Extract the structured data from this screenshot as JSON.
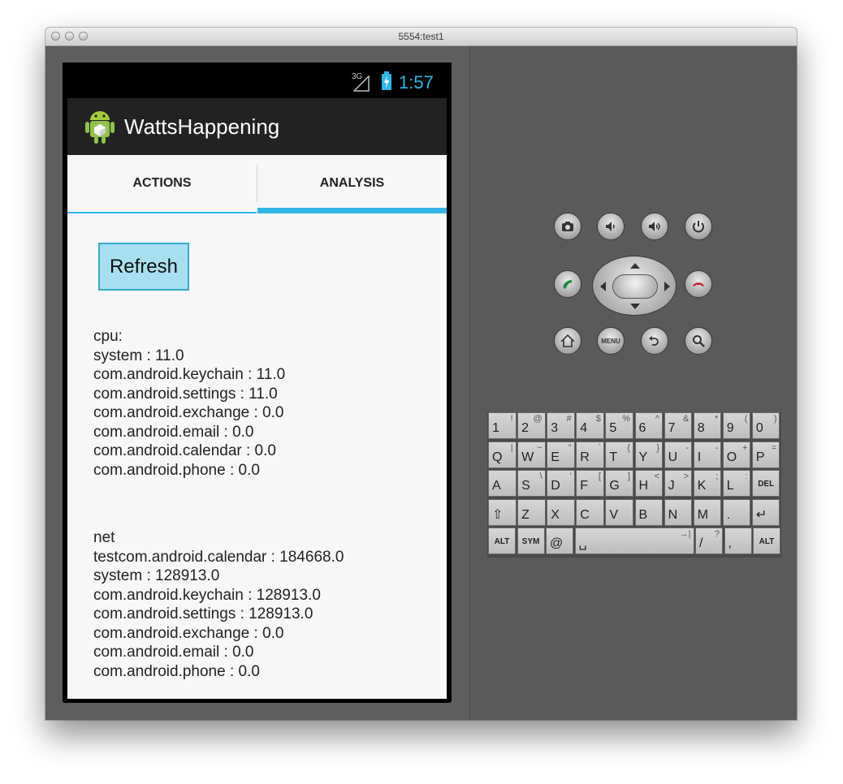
{
  "window": {
    "title": "5554:test1"
  },
  "status_bar": {
    "network": "3G",
    "time": "1:57"
  },
  "app": {
    "title": "WattsHappening"
  },
  "tabs": [
    {
      "label": "ACTIONS",
      "selected": false
    },
    {
      "label": "ANALYSIS",
      "selected": true
    }
  ],
  "refresh_button": {
    "label": "Refresh"
  },
  "cpu": {
    "header": "cpu:",
    "lines": [
      "system : 11.0",
      "com.android.keychain : 11.0",
      "com.android.settings : 11.0",
      "com.android.exchange : 0.0",
      "com.android.email : 0.0",
      "com.android.calendar : 0.0",
      "com.android.phone : 0.0"
    ]
  },
  "net": {
    "header": "net",
    "lines": [
      "testcom.android.calendar : 184668.0",
      "system : 128913.0",
      "com.android.keychain : 128913.0",
      "com.android.settings : 128913.0",
      "com.android.exchange : 0.0",
      "com.android.email : 0.0",
      "com.android.phone : 0.0"
    ]
  },
  "controls": {
    "row1": [
      "camera-icon",
      "volume-down-icon",
      "volume-up-icon",
      "power-icon"
    ],
    "row2": [
      "call-icon",
      "dpad",
      "end-call-icon"
    ],
    "row3": [
      "home-icon",
      "menu-button",
      "back-icon",
      "search-icon"
    ],
    "menu_label": "MENU"
  },
  "keyboard": {
    "rows": [
      [
        [
          "1",
          "!"
        ],
        [
          "2",
          "@"
        ],
        [
          "3",
          "#"
        ],
        [
          "4",
          "$"
        ],
        [
          "5",
          "%"
        ],
        [
          "6",
          "^"
        ],
        [
          "7",
          "&"
        ],
        [
          "8",
          "*"
        ],
        [
          "9",
          "("
        ],
        [
          "0",
          ")"
        ]
      ],
      [
        [
          "Q",
          "|"
        ],
        [
          "W",
          "~"
        ],
        [
          "E",
          "\""
        ],
        [
          "R",
          "`"
        ],
        [
          "T",
          "{"
        ],
        [
          "Y",
          "}"
        ],
        [
          "U",
          "-"
        ],
        [
          "I",
          "-"
        ],
        [
          "O",
          "+"
        ],
        [
          "P",
          "="
        ]
      ],
      [
        [
          "A",
          ""
        ],
        [
          "S",
          "\\"
        ],
        [
          "D",
          "'"
        ],
        [
          "F",
          "["
        ],
        [
          "G",
          "]"
        ],
        [
          "H",
          "<"
        ],
        [
          "J",
          ">"
        ],
        [
          "K",
          ";"
        ],
        [
          "L",
          ":"
        ],
        [
          "DEL",
          ""
        ]
      ],
      [
        [
          "⇧",
          ""
        ],
        [
          "Z",
          ""
        ],
        [
          "X",
          ""
        ],
        [
          "C",
          ""
        ],
        [
          "V",
          ""
        ],
        [
          "B",
          ""
        ],
        [
          "N",
          ""
        ],
        [
          "M",
          ""
        ],
        [
          ".",
          ""
        ],
        [
          "↵",
          ""
        ]
      ],
      [
        [
          "ALT",
          ""
        ],
        [
          "SYM",
          ""
        ],
        [
          "@",
          ""
        ],
        [
          "␣",
          "→|"
        ],
        [
          "/",
          "?"
        ],
        [
          ",",
          ""
        ],
        [
          "ALT",
          ""
        ]
      ]
    ]
  },
  "colors": {
    "accent": "#33b5e5",
    "refresh_bg": "#a8dff0",
    "action_bar": "#222222"
  }
}
